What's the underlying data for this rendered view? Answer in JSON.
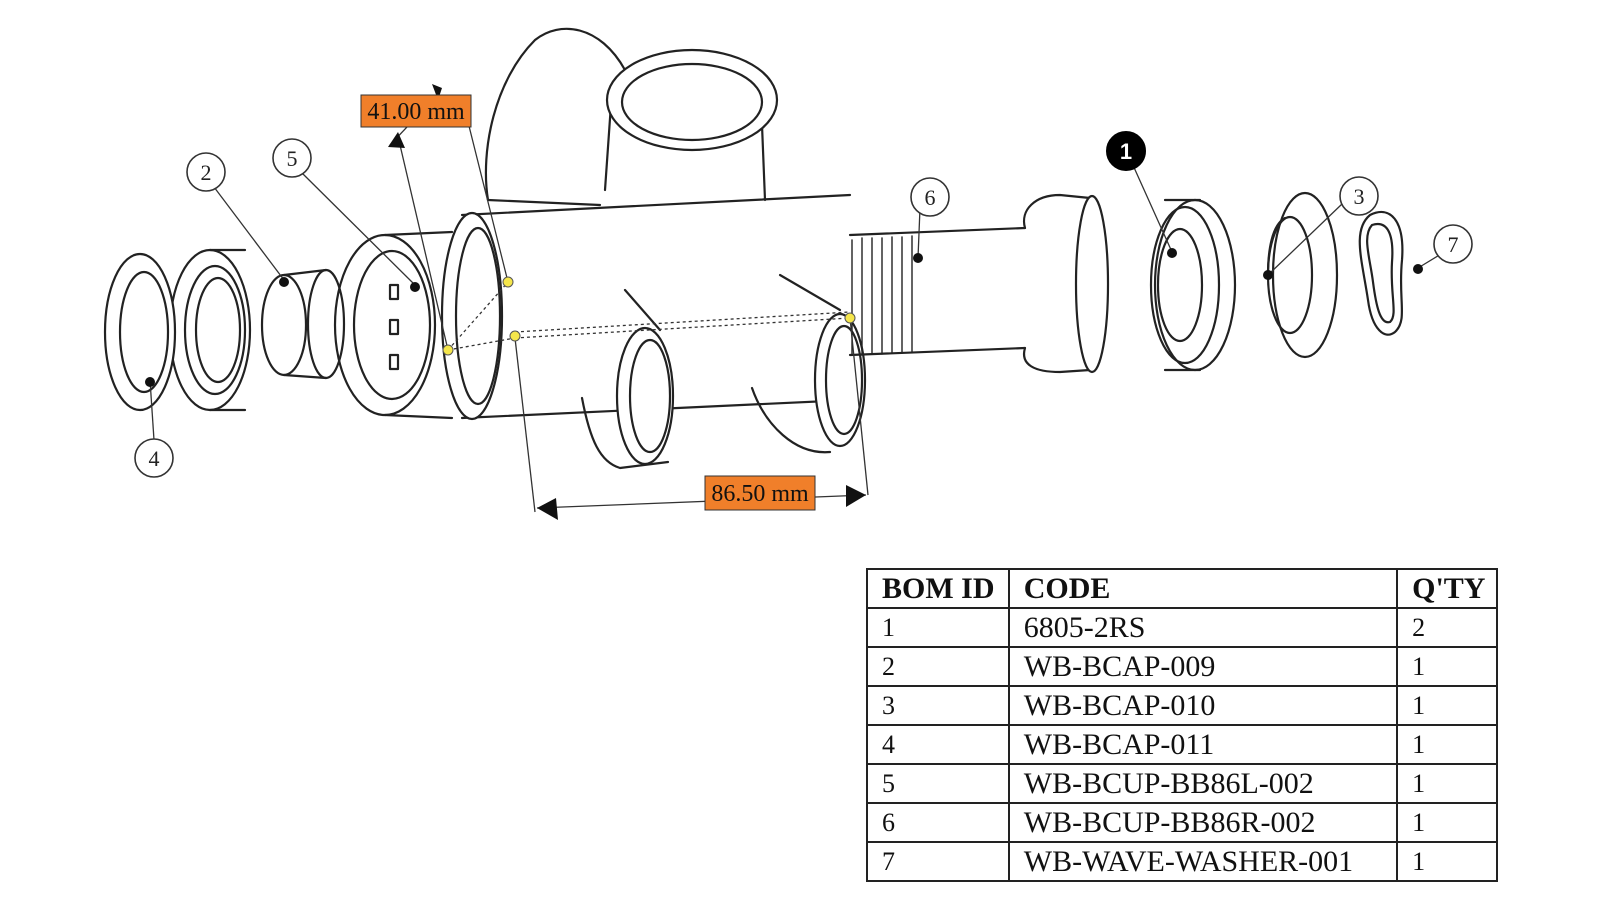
{
  "dimensions": [
    {
      "label": "41.00 mm"
    },
    {
      "label": "86.50 mm"
    }
  ],
  "balloons": [
    {
      "id": "1",
      "style": "filled"
    },
    {
      "id": "2",
      "style": "outline"
    },
    {
      "id": "3",
      "style": "outline"
    },
    {
      "id": "4",
      "style": "outline"
    },
    {
      "id": "5",
      "style": "outline"
    },
    {
      "id": "6",
      "style": "outline"
    },
    {
      "id": "7",
      "style": "outline"
    }
  ],
  "bom": {
    "headers": [
      "BOM ID",
      "CODE",
      "Q'TY"
    ],
    "rows": [
      {
        "id": "1",
        "code": "6805-2RS",
        "qty": "2"
      },
      {
        "id": "2",
        "code": "WB-BCAP-009",
        "qty": "1"
      },
      {
        "id": "3",
        "code": "WB-BCAP-010",
        "qty": "1"
      },
      {
        "id": "4",
        "code": "WB-BCAP-011",
        "qty": "1"
      },
      {
        "id": "5",
        "code": "WB-BCUP-BB86L-002",
        "qty": "1"
      },
      {
        "id": "6",
        "code": "WB-BCUP-BB86R-002",
        "qty": "1"
      },
      {
        "id": "7",
        "code": "WB-WAVE-WASHER-001",
        "qty": "1"
      }
    ]
  },
  "colors": {
    "dimension_label_bg": "#f07f2a",
    "measure_point": "#f5e64b",
    "line": "#222222"
  }
}
